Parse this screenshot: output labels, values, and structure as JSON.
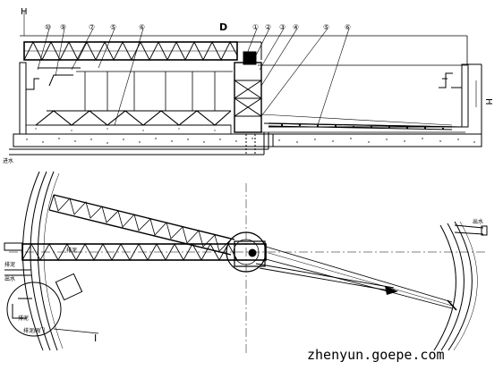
{
  "labels": {
    "section_h": "H",
    "section_d": "D",
    "side_h": "H",
    "detail_i": "I",
    "outlet_a": "排泥",
    "outlet_b": "出水",
    "inlet": "进水",
    "sludge": "排泥",
    "sludge_valve": "排泥阀门",
    "drain": "排泥",
    "right_out": "出水"
  },
  "callouts": [
    "⑩",
    "⑨",
    "⑦",
    "⑤",
    "⑥",
    "①",
    "②",
    "③",
    "④",
    "⑤",
    "⑥"
  ],
  "watermark": "zhenyun.goepe.com"
}
